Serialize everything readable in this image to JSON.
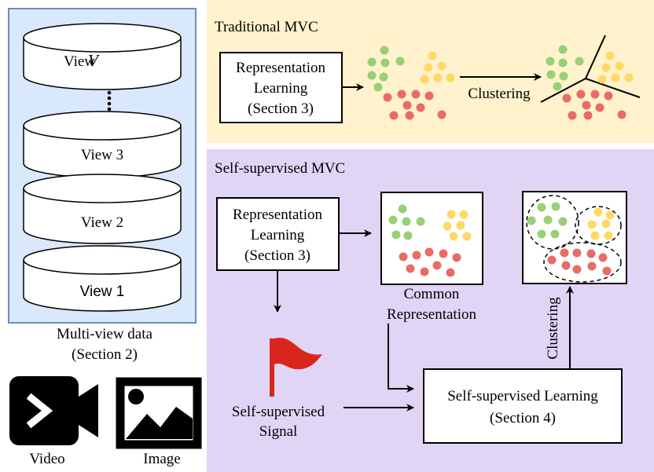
{
  "multiview": {
    "views": [
      "View",
      "View 3",
      "View 2",
      "View 1"
    ],
    "top_view_variable": "V",
    "caption_line1": "Multi-view data",
    "caption_line2": "(Section 2)"
  },
  "media": {
    "video_label": "Video",
    "image_label": "Image"
  },
  "traditional": {
    "title": "Traditional MVC",
    "box_line1": "Representation",
    "box_line2": "Learning",
    "box_line3": "(Section 3)",
    "arrow_label": "Clustering"
  },
  "selfsup": {
    "title": "Self-supervised MVC",
    "box_line1": "Representation",
    "box_line2": "Learning",
    "box_line3": "(Section 3)",
    "common_line1": "Common",
    "common_line2": "Representation",
    "signal_line1": "Self-supervised",
    "signal_line2": "Signal",
    "ssl_line1": "Self-supervised Learning",
    "ssl_line2": "(Section 4)",
    "clustering_label": "Clustering"
  },
  "colors": {
    "multiview_bg": "#dae8fc",
    "multiview_border": "#6c8ebf",
    "traditional_bg": "#fff2cc",
    "selfsup_bg": "#e1d5f5",
    "green": "#97d077",
    "yellow": "#ffd966",
    "red": "#ea6b66",
    "flag": "#d9261c"
  }
}
